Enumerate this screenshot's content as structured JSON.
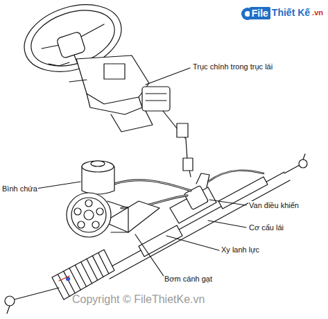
{
  "diagram": {
    "labels": [
      "Trục chính trong trục lái",
      "Bình chứa",
      "Van điều khiển",
      "Cơ cấu lái",
      "Xy lanh lực",
      "Bơm cánh gạt",
      "File",
      "Thiết Kế",
      ".vn",
      "Copyright © FileThietKe.vn"
    ]
  }
}
